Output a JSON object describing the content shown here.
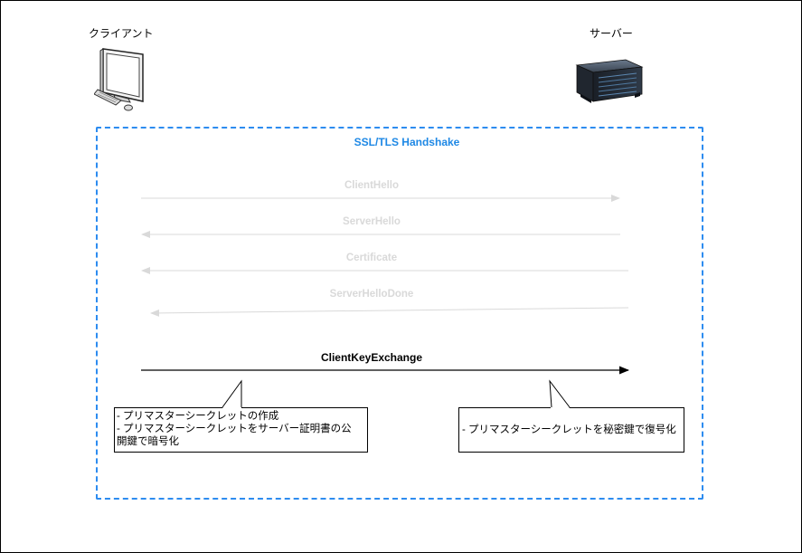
{
  "actors": {
    "client": {
      "label": "クライアント",
      "icon": "desktop-computer-icon"
    },
    "server": {
      "label": "サーバー",
      "icon": "server-rack-icon"
    }
  },
  "handshake": {
    "title": "SSL/TLS Handshake",
    "border_color": "#2d8cf0",
    "title_color": "#1e88e5"
  },
  "messages": [
    {
      "label": "ClientHello",
      "direction": "client-to-server",
      "faded": true
    },
    {
      "label": "ServerHello",
      "direction": "server-to-client",
      "faded": true
    },
    {
      "label": "Certificate",
      "direction": "server-to-client",
      "faded": true
    },
    {
      "label": "ServerHelloDone",
      "direction": "server-to-client",
      "faded": true
    },
    {
      "label": "ClientKeyExchange",
      "direction": "client-to-server",
      "faded": false
    }
  ],
  "notes": {
    "client": {
      "lines": [
        "- プリマスターシークレットの作成",
        "- プリマスターシークレットをサーバー証明書の公",
        "開鍵で暗号化"
      ]
    },
    "server": {
      "lines": [
        "- プリマスターシークレットを秘密鍵で復号化"
      ]
    }
  },
  "colors": {
    "faded_arrow": "#d9d9d9",
    "active_arrow": "#000000"
  }
}
